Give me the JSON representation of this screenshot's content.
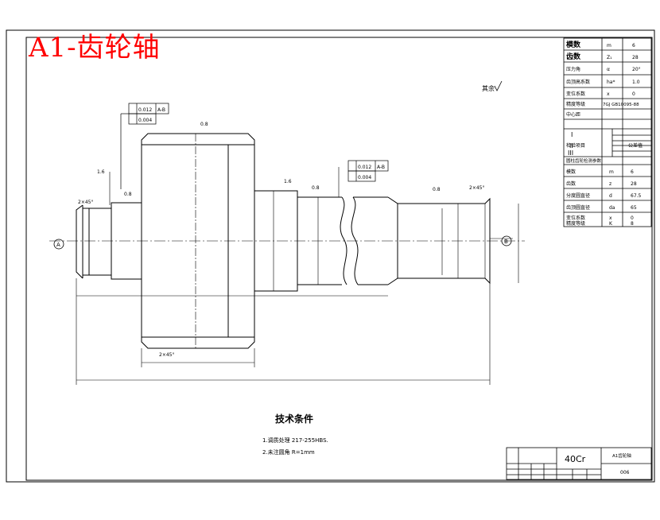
{
  "stamp": {
    "title": "A1-齿轮轴",
    "color": "#ff0000"
  },
  "surface_note": "其余",
  "gear_table": {
    "rows": [
      [
        "模数",
        "m",
        "6"
      ],
      [
        "齿数",
        "Z₁",
        "28"
      ],
      [
        "压力角",
        "α",
        "20°"
      ],
      [
        "齿顶高系数",
        "ha*",
        "1.0"
      ],
      [
        "变位系数",
        "x",
        "0"
      ],
      [
        "精度等级",
        "",
        "7GJ GB10095-88"
      ],
      [
        "中心距",
        "",
        ""
      ]
    ],
    "inspection_header": [
      "检验项目",
      "",
      "公差值"
    ],
    "inspection_groups": [
      "I",
      "II",
      "III"
    ],
    "lower_header": "圆柱齿轮检测参数",
    "lower_rows": [
      [
        "模数",
        "m",
        "6"
      ],
      [
        "齿数",
        "z",
        "28"
      ],
      [
        "分度圆直径",
        "d",
        "67.5"
      ],
      [
        "齿顶圆直径",
        "da",
        "65"
      ],
      [
        "变位系数",
        "x",
        "0"
      ],
      [
        "精度等级",
        "K",
        "8"
      ]
    ]
  },
  "tolerance_frames": [
    {
      "value": "0.012",
      "datum": "A-B"
    },
    {
      "value": "0.004",
      "datum": ""
    },
    {
      "value": "0.012",
      "datum": "A-B"
    },
    {
      "value": "0.004",
      "datum": ""
    }
  ],
  "roughness": [
    "0.8",
    "1.6",
    "1.6",
    "0.8",
    "0.8",
    "0.8"
  ],
  "chamfers": [
    "2×45°",
    "2×45°",
    "2×45°"
  ],
  "datums": [
    "A",
    "B"
  ],
  "tech_req": {
    "heading": "技术条件",
    "items": [
      "1.调质处理 217-255HBS.",
      "2.未注圆角 R=1mm"
    ]
  },
  "title_block": {
    "material": "40Cr",
    "part_name": "A1齿轮轴",
    "drawing_no": "006"
  }
}
